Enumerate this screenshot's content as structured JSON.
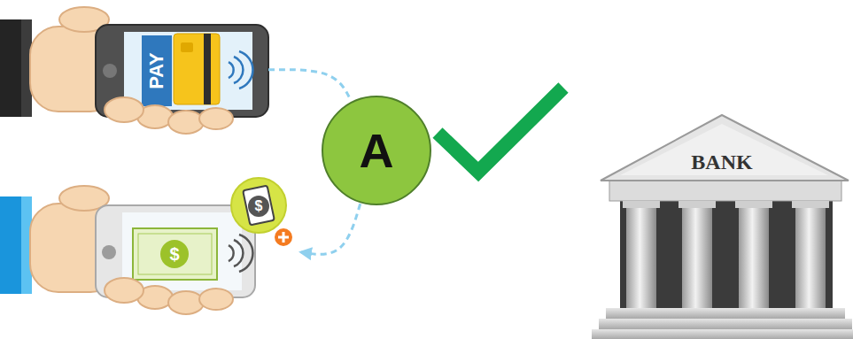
{
  "diagram": {
    "nodes": [
      {
        "text": [
          "PAY"
        ]
      },
      {
        "text": [
          "A"
        ]
      },
      {
        "text": [
          "$"
        ]
      },
      {
        "text": [
          "BANK"
        ]
      }
    ],
    "edges": [
      {
        "from": 0,
        "to": 1,
        "arrow": "none"
      },
      {
        "from": 1,
        "to": 2,
        "arrow": "to"
      }
    ],
    "labels": [
      "$"
    ]
  }
}
